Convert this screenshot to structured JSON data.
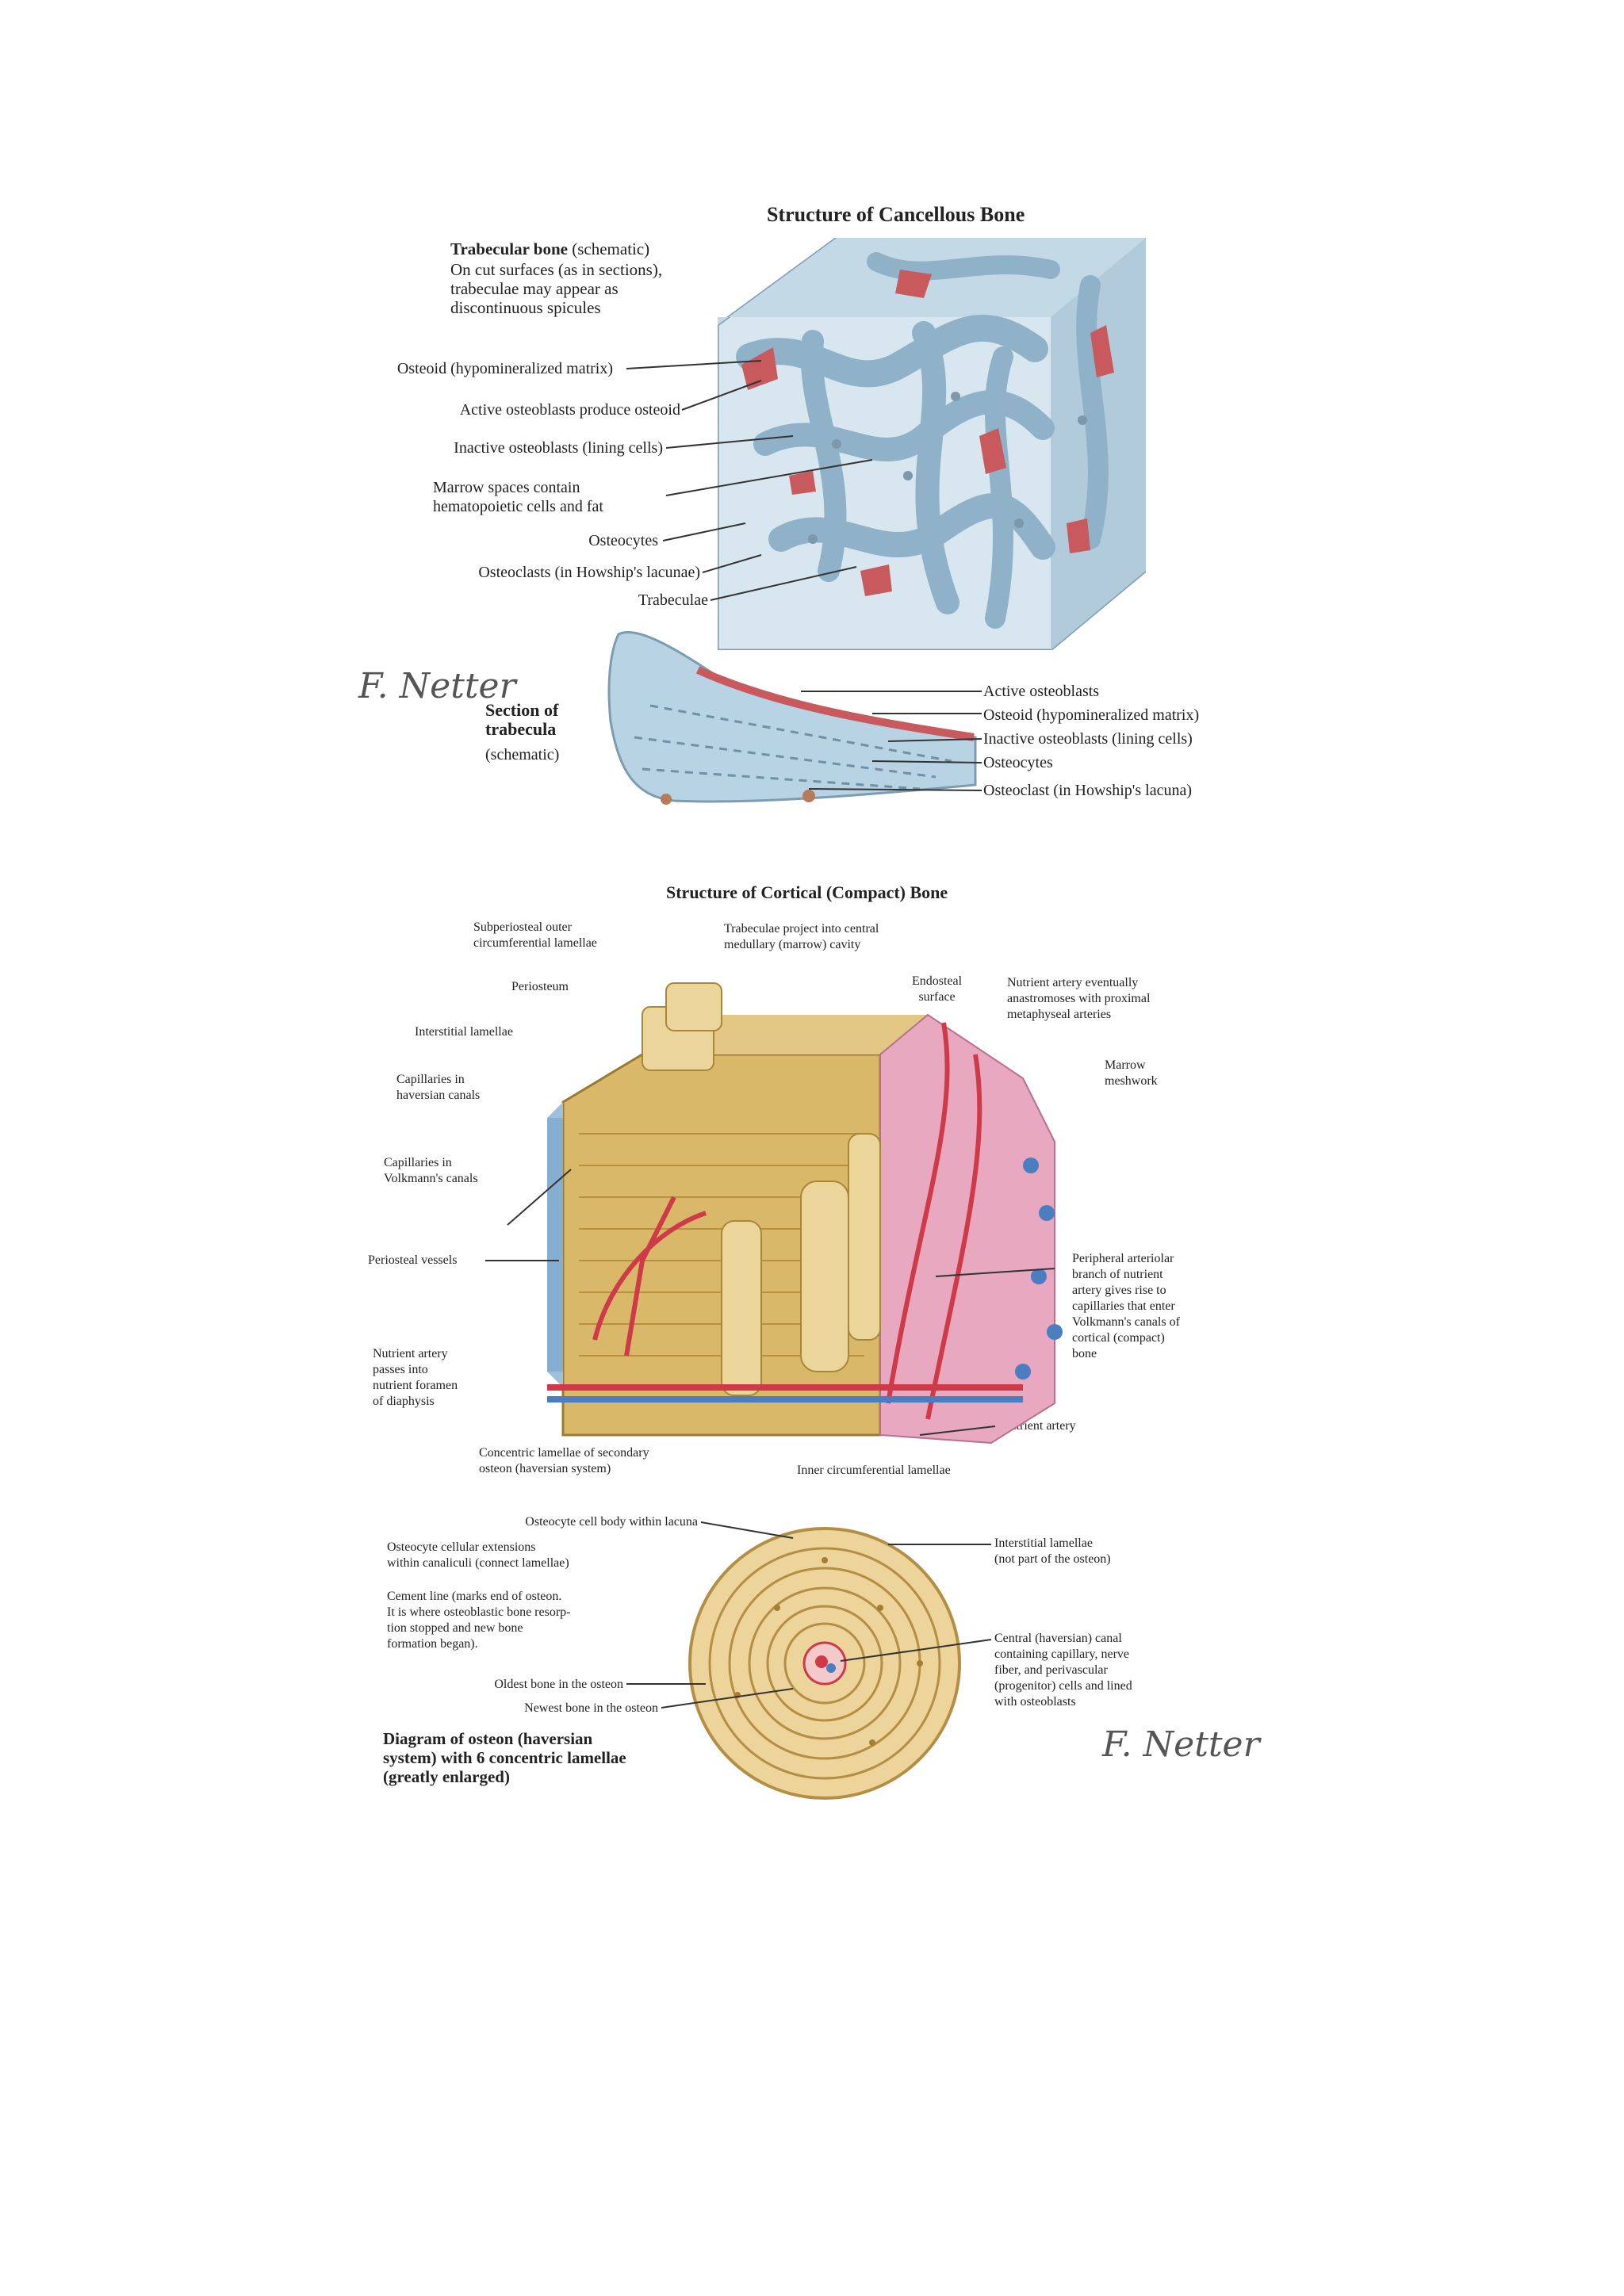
{
  "cancellous": {
    "title": "Structure of Cancellous Bone",
    "trabecular_heading": "Trabecular bone",
    "trabecular_heading_note": " (schematic)",
    "trabecular_desc": "On cut surfaces (as in sections),\ntrabeculae may appear as\ndiscontinuous spicules",
    "labels": {
      "osteoid": "Osteoid (hypomineralized matrix)",
      "active_osteoblasts": "Active osteoblasts produce osteoid",
      "inactive_osteoblasts": "Inactive osteoblasts (lining cells)",
      "marrow_spaces": "Marrow spaces contain\nhematopoietic cells and fat",
      "osteocytes": "Osteocytes",
      "osteoclasts": "Osteoclasts (in Howship's lacunae)",
      "trabeculae": "Trabeculae"
    },
    "section": {
      "heading": "Section of\ntrabecula",
      "heading_note": "(schematic)",
      "labels": {
        "active_osteoblasts": "Active osteoblasts",
        "osteoid": "Osteoid (hypomineralized matrix)",
        "inactive_osteoblasts": "Inactive osteoblasts (lining cells)",
        "osteocytes": "Osteocytes",
        "osteoclast": "Osteoclast (in Howship's lacuna)"
      }
    }
  },
  "cortical": {
    "title": "Structure of Cortical (Compact) Bone",
    "labels": {
      "subperiosteal": "Subperiosteal outer\ncircumferential lamellae",
      "trabeculae_project": "Trabeculae project into central\nmedullary (marrow) cavity",
      "periosteum": "Periosteum",
      "endosteal": "Endosteal\nsurface",
      "nutrient_anastomoses": "Nutrient artery eventually\nanastromoses with proximal\nmetaphyseal arteries",
      "interstitial": "Interstitial lamellae",
      "marrow_meshwork": "Marrow\nmeshwork",
      "cap_haversian": "Capillaries in\nhaversian canals",
      "cap_volkmann": "Capillaries in\nVolkmann's canals",
      "periosteal_vessels": "Periosteal vessels",
      "peripheral_arteriolar": "Peripheral arteriolar\nbranch of nutrient\nartery gives rise to\ncapillaries that enter\nVolkmann's canals of\ncortical (compact)\nbone",
      "nutrient_foramen": "Nutrient artery\npasses into\nnutrient foramen\nof diaphysis",
      "nutrient_artery": "Nutrient artery",
      "concentric": "Concentric lamellae of secondary\nosteon (haversian system)",
      "inner_circumferential": "Inner circumferential lamellae"
    }
  },
  "osteon": {
    "labels": {
      "cell_body": "Osteocyte cell body within lacuna",
      "cellular_ext": "Osteocyte cellular extensions\nwithin canaliculi (connect lamellae)",
      "cement_line": "Cement line (marks end of osteon.\nIt is where osteoblastic bone resorp-\ntion stopped and new bone\nformation began).",
      "oldest": "Oldest bone in the osteon",
      "newest": "Newest bone in the osteon",
      "interstitial": "Interstitial lamellae\n(not part of the osteon)",
      "central_canal": "Central (haversian) canal\ncontaining capillary, nerve\nfiber, and perivascular\n(progenitor) cells and lined\nwith osteoblasts"
    },
    "caption": "Diagram of osteon (haversian\nsystem) with 6 concentric lamellae\n(greatly enlarged)"
  },
  "signature": "F. Netter",
  "colors": {
    "bone_blue": "#a9c6d8",
    "osteoid_red": "#c85a5e",
    "compact_tan": "#dcc07a",
    "artery_red": "#cf3a48",
    "vein_blue": "#4a7ec0",
    "marrow_pink": "#e8a8c0"
  }
}
